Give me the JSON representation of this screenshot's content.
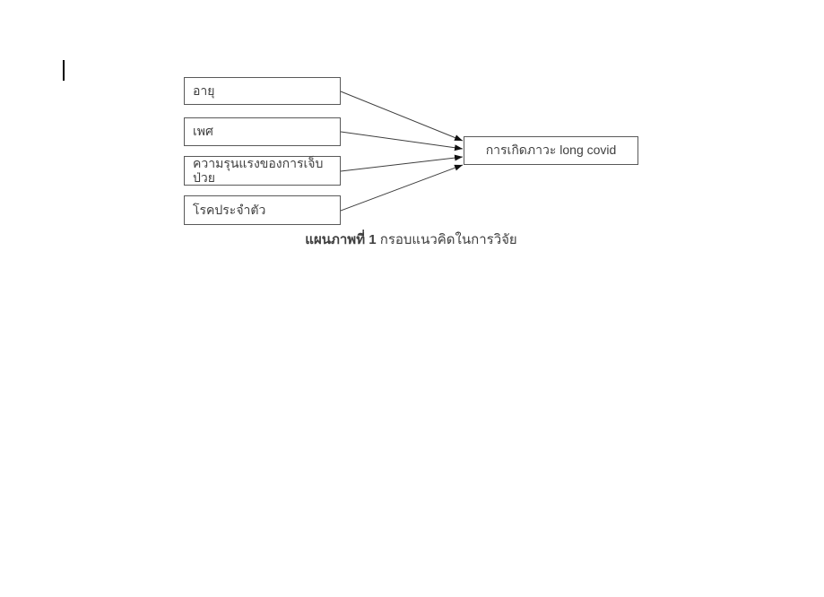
{
  "diagram": {
    "factors": [
      {
        "label": "อายุ"
      },
      {
        "label": "เพศ"
      },
      {
        "label": "ความรุนแรงของการเจ็บป่วย"
      },
      {
        "label": "โรคประจำตัว"
      }
    ],
    "outcome": {
      "label": "การเกิดภาวะ long covid"
    },
    "caption": {
      "label_bold": "แผนภาพที่ 1",
      "text": " กรอบแนวคิดในการวิจัย"
    }
  },
  "icons": {
    "text_cursor": "vertical-caret-bar"
  },
  "colors": {
    "background": "#ffffff",
    "box_border": "#595959",
    "arrow_line": "#3d3d3d",
    "arrow_head": "#111111",
    "text": "#3f3f3f",
    "caret": "#000000"
  }
}
